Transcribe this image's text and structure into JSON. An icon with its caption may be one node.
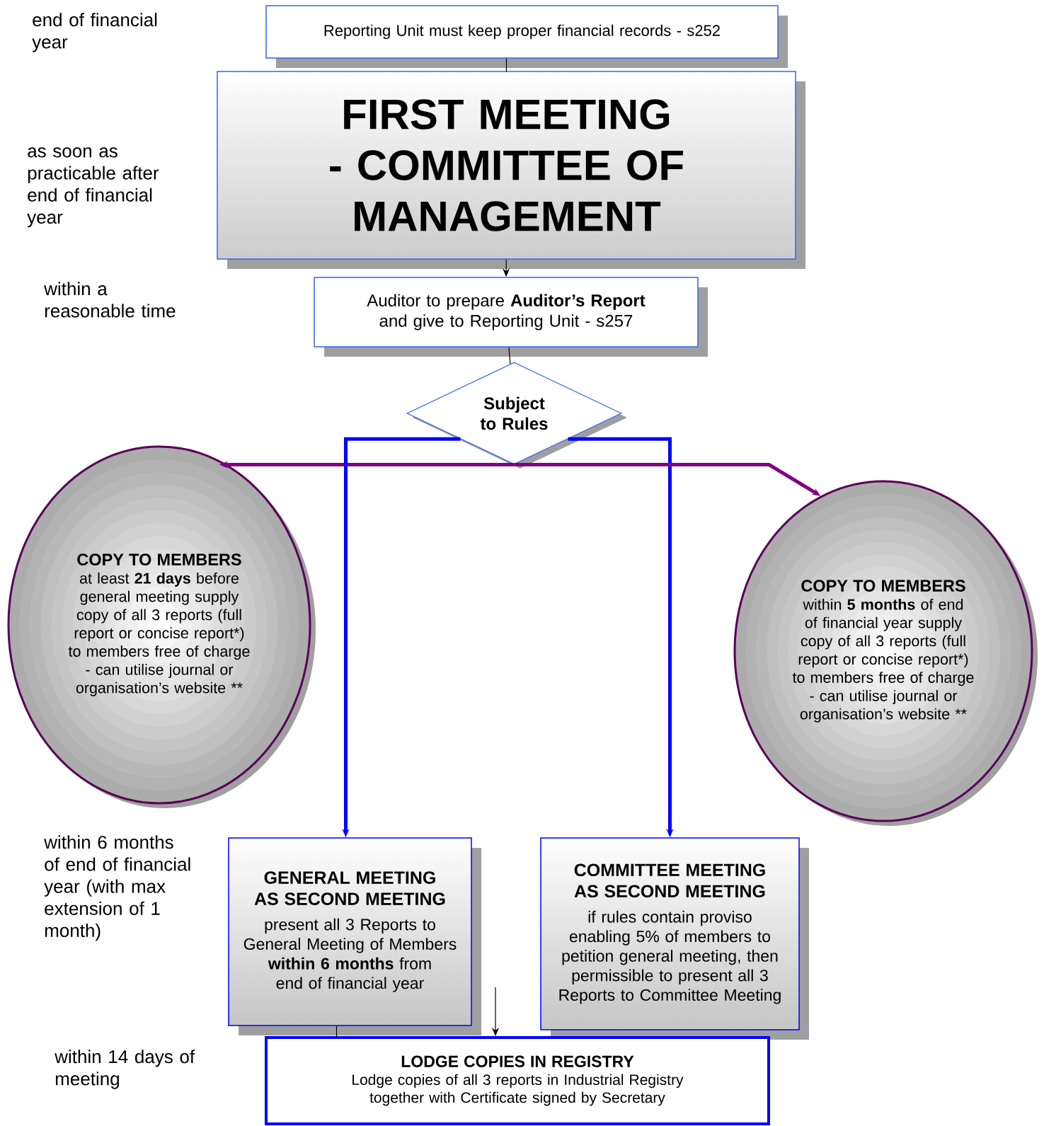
{
  "diagram": {
    "nodes": [
      {
        "text": [
          "Reporting Unit must keep proper financial records - s252"
        ]
      },
      {
        "text": [
          "FIRST MEETING - COMMITTEE OF MANAGEMENT"
        ]
      },
      {
        "text": [
          "Auditor to prepare **Auditor’s Report** and give to Reporting Unit - s257"
        ]
      },
      {
        "text": [
          "Subject to Rules"
        ]
      },
      {
        "text": [
          "COPY TO MEMBERS",
          "at least **21 days** before general meeting supply copy of all 3 reports (full report or concise report*) to members free of charge - can utilise journal or organisation’s website **"
        ]
      },
      {
        "text": [
          "COPY TO MEMBERS",
          "within **5 months** of end of financial year supply copy of all 3 reports (full report or concise report*) to members free of charge - can utilise journal or organisation’s website **"
        ]
      },
      {
        "text": [
          "GENERAL MEETING AS SECOND MEETING",
          "present all 3 Reports to General Meeting of Members **within 6 months** from end of financial year"
        ]
      },
      {
        "text": [
          "COMMITTEE MEETING AS SECOND MEETING",
          "if rules contain proviso enabling 5% of members to petition general meeting, then permissible to present all 3 Reports to Committee Meeting"
        ]
      },
      {
        "text": [
          "LODGE COPIES IN REGISTRY",
          "Lodge copies of all 3 reports in Industrial Registry together with Certificate signed by Secretary"
        ]
      }
    ],
    "edges": [
      {
        "from": 0,
        "to": 1,
        "arrow": "none"
      },
      {
        "from": 1,
        "to": 2,
        "arrow": "to"
      },
      {
        "from": 2,
        "to": 3,
        "arrow": "none"
      },
      {
        "from": 3,
        "to": 4,
        "arrow": "to",
        "style": "thick",
        "color": "#800080"
      },
      {
        "from": 3,
        "to": 6,
        "arrow": "to",
        "style": "thick",
        "color": "#0000ff"
      },
      {
        "from": 3,
        "to": 7,
        "arrow": "to",
        "style": "thick",
        "color": "#0000ff"
      },
      {
        "from": 3,
        "to": 5,
        "arrow": "to",
        "style": "thick",
        "color": "#800080"
      },
      {
        "from": 6,
        "to": 8,
        "arrow": "none"
      },
      {
        "from": null,
        "to": 8,
        "arrow": "to"
      }
    ],
    "labels": [
      "end of financial year",
      "as soon as practicable after end of financial year",
      "within a reasonable time",
      "within 6 months of end of financial year (with max extension of 1 month)",
      "within 14 days of meeting"
    ]
  }
}
